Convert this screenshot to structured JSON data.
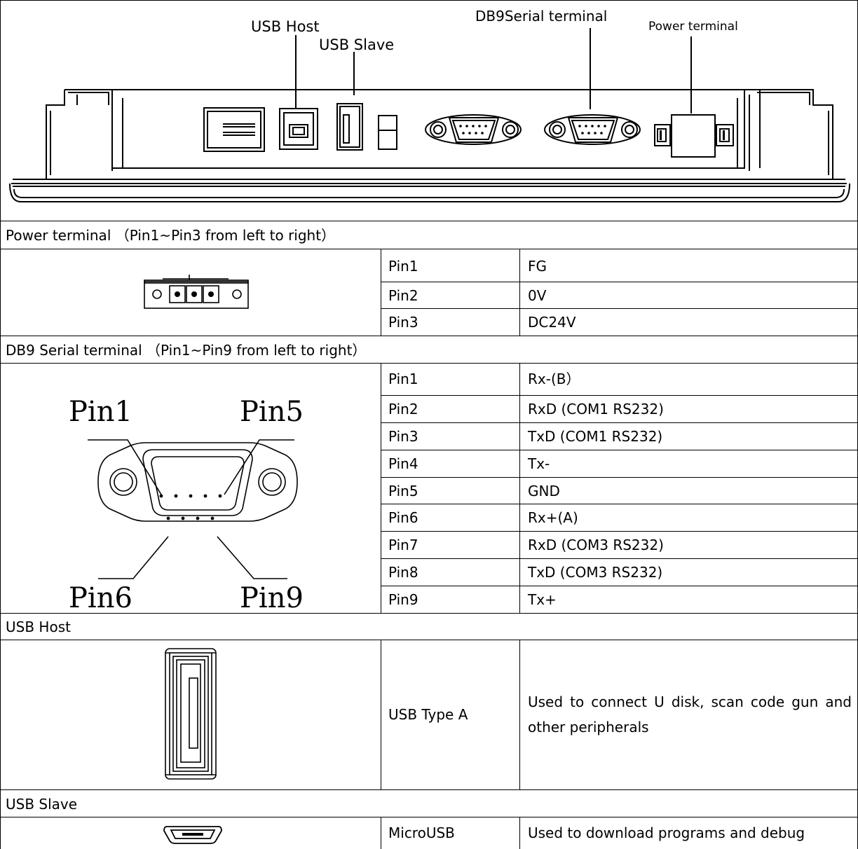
{
  "device_rear": {
    "labels": {
      "usb_host": "USB Host",
      "usb_slave": "USB Slave",
      "db9": "DB9Serial terminal",
      "power": "Power terminal"
    }
  },
  "power_section": {
    "title": "Power terminal （Pin1~Pin3 from left to right）",
    "rows": [
      {
        "pin": "Pin1",
        "desc": "FG"
      },
      {
        "pin": "Pin2",
        "desc": "0V"
      },
      {
        "pin": "Pin3",
        "desc": "DC24V"
      }
    ]
  },
  "db9_section": {
    "title": "DB9 Serial terminal （Pin1~Pin9 from left to right）",
    "diagram_labels": {
      "pin1": "Pin1",
      "pin5": "Pin5",
      "pin6": "Pin6",
      "pin9": "Pin9"
    },
    "rows": [
      {
        "pin": "Pin1",
        "desc": "Rx-(B）"
      },
      {
        "pin": "Pin2",
        "desc": "RxD (COM1 RS232)"
      },
      {
        "pin": "Pin3",
        "desc": "TxD (COM1 RS232)"
      },
      {
        "pin": "Pin4",
        "desc": "Tx-"
      },
      {
        "pin": "Pin5",
        "desc": "GND"
      },
      {
        "pin": "Pin6",
        "desc": "Rx+(A)"
      },
      {
        "pin": "Pin7",
        "desc": "RxD (COM3 RS232)"
      },
      {
        "pin": "Pin8",
        "desc": "TxD (COM3 RS232)"
      },
      {
        "pin": "Pin9",
        "desc": "Tx+"
      }
    ]
  },
  "usb_host_section": {
    "title": "USB Host",
    "type": "USB Type A",
    "desc": "Used to connect U disk, scan code gun and other peripherals"
  },
  "usb_slave_section": {
    "title": "USB Slave",
    "type": "MicroUSB",
    "desc": "Used to download programs and debug"
  }
}
